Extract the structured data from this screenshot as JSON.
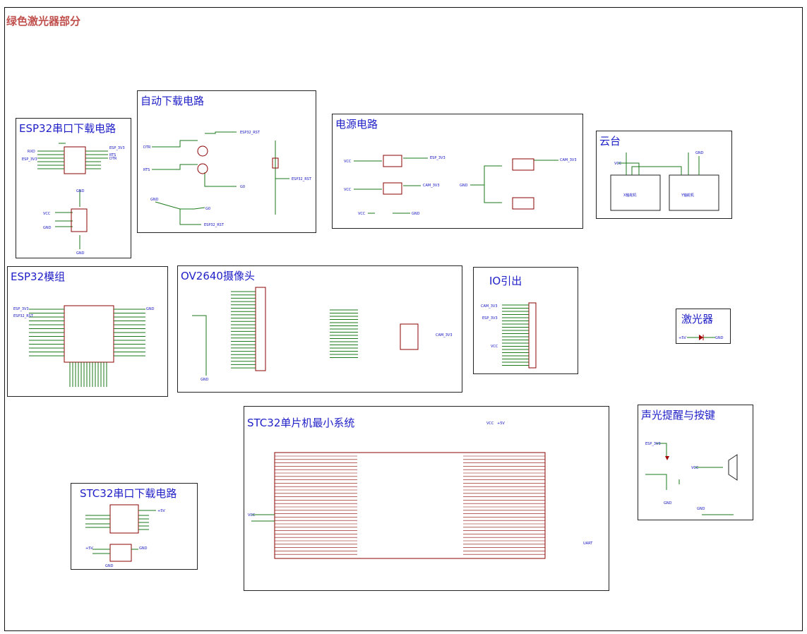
{
  "sheet": {
    "title": "绿色激光器部分"
  },
  "blocks": {
    "esp32_serial": {
      "title": "ESP32串口下载电路"
    },
    "auto_download": {
      "title": "自动下载电路"
    },
    "power": {
      "title": "电源电路"
    },
    "gimbal": {
      "title": "云台",
      "motor_x": "X轴舵机",
      "motor_y": "Y轴舵机"
    },
    "esp32_module": {
      "title": "ESP32模组"
    },
    "ov2640": {
      "title": "OV2640摄像头"
    },
    "io": {
      "title": "IO引出"
    },
    "laser": {
      "title": "激光器",
      "label_5v": "+5V",
      "label_gnd": "GND"
    },
    "sound_light": {
      "title": "声光提醒与按键"
    },
    "stc32_mcu": {
      "title": "STC32单片机最小系统"
    },
    "stc32_serial": {
      "title": "STC32串口下载电路"
    }
  },
  "nets": {
    "esp_3v3": "ESP_3V3",
    "esp32_rst": "ESP32_RST",
    "gnd": "GND",
    "vcc": "VCC",
    "plus5v": "+5V",
    "cam_3v3": "CAM_3V3",
    "dtr": "DTR",
    "rts": "RTS",
    "g0": "G0",
    "uart": "UART"
  },
  "colors": {
    "wire": "#1a7a1a",
    "part": "#8b0000",
    "net": "#1010c0",
    "block_title": "#1f1fc8",
    "sheet_title": "#c0504d"
  }
}
